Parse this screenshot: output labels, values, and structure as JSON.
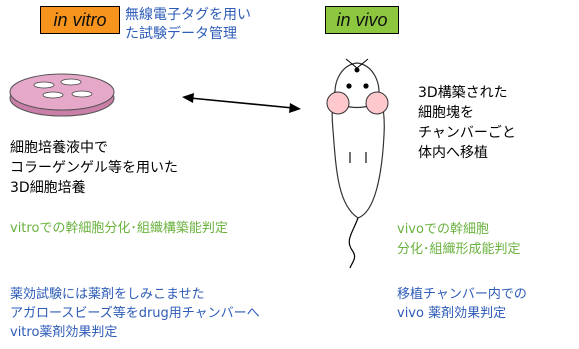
{
  "tags": {
    "vitro": "in vitro",
    "vivo": "in vivo"
  },
  "rfid_note": [
    "無線電子タグを用い",
    "た試験データ管理"
  ],
  "vitro_culture": [
    "細胞培養液中で",
    "コラーゲンゲル等を用いた",
    "3D細胞培養"
  ],
  "vivo_transplant": [
    "3D構築された",
    "細胞塊を",
    "チャンバーごと",
    "体内へ移植"
  ],
  "vitro_assess": "vitroでの幹細胞分化･組織構築能判定",
  "vivo_assess": [
    "vivoでの幹細胞",
    "分化･組織形成能判定"
  ],
  "vitro_drug": [
    "薬効試験には薬剤をしみこませた",
    "アガロースビーズ等をdrug用チャンバーへ",
    "vitro薬剤効果判定"
  ],
  "vivo_drug": [
    "移植チャンバー内での",
    "vivo 薬剤効果判定"
  ],
  "colors": {
    "vitro_tag": "#f7941d",
    "vivo_tag": "#8dc63f",
    "blue_text": "#2e5cb8",
    "green_text": "#6ab23e",
    "dish_fill": "#e6a8c8",
    "ear_fill": "#ffc8cc"
  }
}
